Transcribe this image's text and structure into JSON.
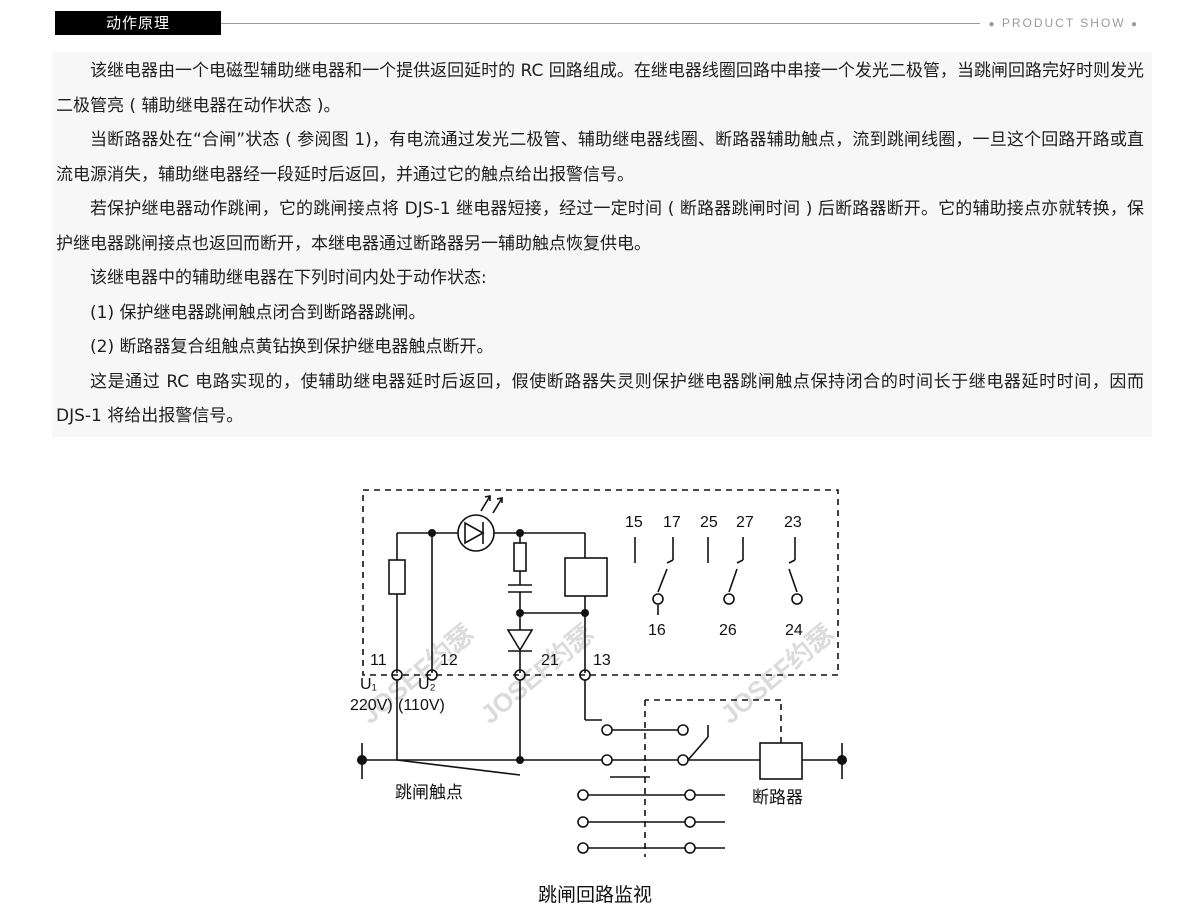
{
  "header": {
    "tab_title": "动作原理",
    "right_text": "PRODUCT SHOW"
  },
  "paragraphs": [
    "该继电器由一个电磁型辅助继电器和一个提供返回延时的 RC 回路组成。在继电器线圈回路中串接一个发光二极管，当跳闸回路完好时则发光二极管亮 ( 辅助继电器在动作状态 )。",
    "当断路器处在“合闸”状态 ( 参阅图 1)，有电流通过发光二极管、辅助继电器线圈、断路器辅助触点，流到跳闸线圈，一旦这个回路开路或直流电源消失，辅助继电器经一段延时后返回，并通过它的触点给出报警信号。",
    "若保护继电器动作跳闸，它的跳闸接点将 DJS-1 继电器短接，经过一定时间 ( 断路器跳闸时间 ) 后断路器断开。它的辅助接点亦就转换，保护继电器跳闸接点也返回而断开，本继电器通过断路器另一辅助触点恢复供电。",
    "该继电器中的辅助继电器在下列时间内处于动作状态:",
    "(1) 保护继电器跳闸触点闭合到断路器跳闸。",
    "(2) 断路器复合组触点黄钻换到保护继电器触点断开。",
    "这是通过 RC 电路实现的，使辅助继电器延时后返回，假使断路器失灵则保护继电器跳闸触点保持闭合的时间长于继电器延时时间，因而 DJS-1 将给出报警信号。"
  ],
  "diagram": {
    "terminals_top": [
      "15",
      "17",
      "25",
      "27",
      "23"
    ],
    "terminals_bottom": [
      "16",
      "26",
      "24"
    ],
    "terminals_lower": [
      "11",
      "12",
      "21",
      "13"
    ],
    "voltage_u1": "U₁",
    "voltage_u2": "U₂",
    "voltage_220": "220V)",
    "voltage_110": "(110V)",
    "label_trip_contact": "跳闸触点",
    "label_breaker": "断路器",
    "caption": "跳闸回路监视",
    "watermark": "JOSEF约瑟"
  }
}
